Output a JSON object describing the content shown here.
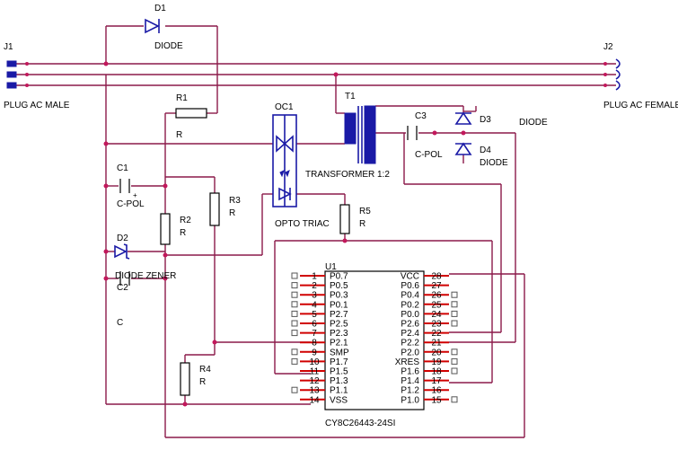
{
  "connectors": {
    "j1": {
      "ref": "J1",
      "value": "PLUG AC MALE"
    },
    "j2": {
      "ref": "J2",
      "value": "PLUG AC FEMALE"
    }
  },
  "components": {
    "d1": {
      "ref": "D1",
      "value": "DIODE"
    },
    "r1": {
      "ref": "R1",
      "value": "R"
    },
    "c1": {
      "ref": "C1",
      "value": "C-POL"
    },
    "r2": {
      "ref": "R2",
      "value": "R"
    },
    "r3": {
      "ref": "R3",
      "value": "R"
    },
    "d2": {
      "ref": "D2",
      "value": "DIODE ZENER"
    },
    "c2": {
      "ref": "C2",
      "value": "C"
    },
    "r4": {
      "ref": "R4",
      "value": "R"
    },
    "oc1": {
      "ref": "OC1",
      "value": "OPTO TRIAC"
    },
    "r5": {
      "ref": "R5",
      "value": "R"
    },
    "t1": {
      "ref": "T1",
      "value": "TRANSFORMER 1:2"
    },
    "c3": {
      "ref": "C3",
      "value": "C-POL"
    },
    "d3": {
      "ref": "D3",
      "value": "DIODE"
    },
    "d4": {
      "ref": "D4",
      "value": "DIODE"
    }
  },
  "ic": {
    "ref": "U1",
    "part": "CY8C26443-24SI",
    "left_pins": [
      {
        "num": "1",
        "name": "P0.7"
      },
      {
        "num": "2",
        "name": "P0.5"
      },
      {
        "num": "3",
        "name": "P0.3"
      },
      {
        "num": "4",
        "name": "P0.1"
      },
      {
        "num": "5",
        "name": "P2.7"
      },
      {
        "num": "6",
        "name": "P2.5"
      },
      {
        "num": "7",
        "name": "P2.3"
      },
      {
        "num": "8",
        "name": "P2.1"
      },
      {
        "num": "9",
        "name": "SMP"
      },
      {
        "num": "10",
        "name": "P1.7"
      },
      {
        "num": "11",
        "name": "P1.5"
      },
      {
        "num": "12",
        "name": "P1.3"
      },
      {
        "num": "13",
        "name": "P1.1"
      },
      {
        "num": "14",
        "name": "VSS"
      }
    ],
    "right_pins": [
      {
        "num": "28",
        "name": "VCC"
      },
      {
        "num": "27",
        "name": "P0.6"
      },
      {
        "num": "26",
        "name": "P0.4"
      },
      {
        "num": "25",
        "name": "P0.2"
      },
      {
        "num": "24",
        "name": "P0.0"
      },
      {
        "num": "23",
        "name": "P2.6"
      },
      {
        "num": "22",
        "name": "P2.4"
      },
      {
        "num": "21",
        "name": "P2.2"
      },
      {
        "num": "20",
        "name": "P2.0"
      },
      {
        "num": "19",
        "name": "XRES"
      },
      {
        "num": "18",
        "name": "P1.6"
      },
      {
        "num": "17",
        "name": "P1.4"
      },
      {
        "num": "16",
        "name": "P1.2"
      },
      {
        "num": "15",
        "name": "P1.0"
      }
    ]
  },
  "colors": {
    "wire": "#8b1a4a",
    "pin": "#d00000",
    "device": "#1a1aa6",
    "node": "#c2185b"
  }
}
